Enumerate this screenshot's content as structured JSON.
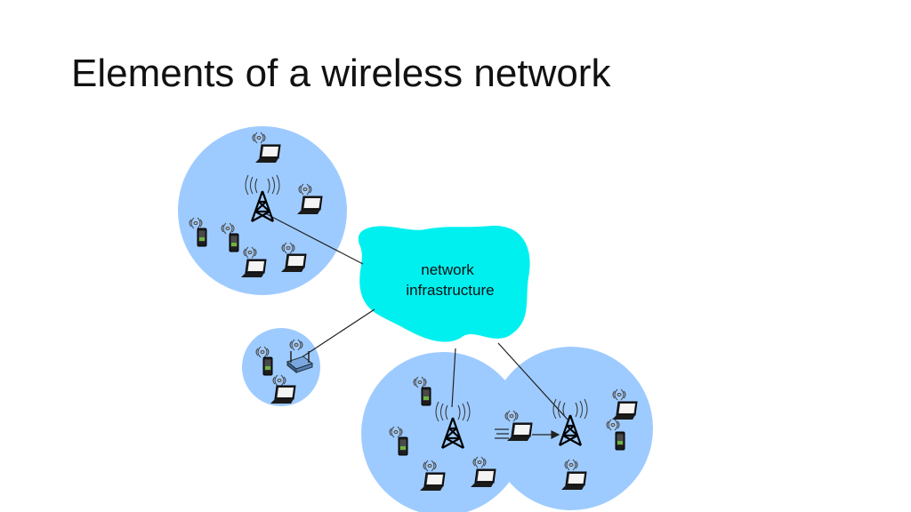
{
  "slide": {
    "title": "Elements of a wireless network"
  },
  "diagram": {
    "cloud_label_line1": "network",
    "cloud_label_line2": "infrastructure",
    "colors": {
      "cell": "#9ecbff",
      "cloud": "#00f0f0",
      "link": "#222222",
      "device": "#111111"
    },
    "icons": [
      "cell-tower-icon",
      "laptop-icon",
      "smartphone-icon",
      "wifi-router-icon",
      "wireless-signal-icon",
      "motion-arrow-icon"
    ]
  }
}
